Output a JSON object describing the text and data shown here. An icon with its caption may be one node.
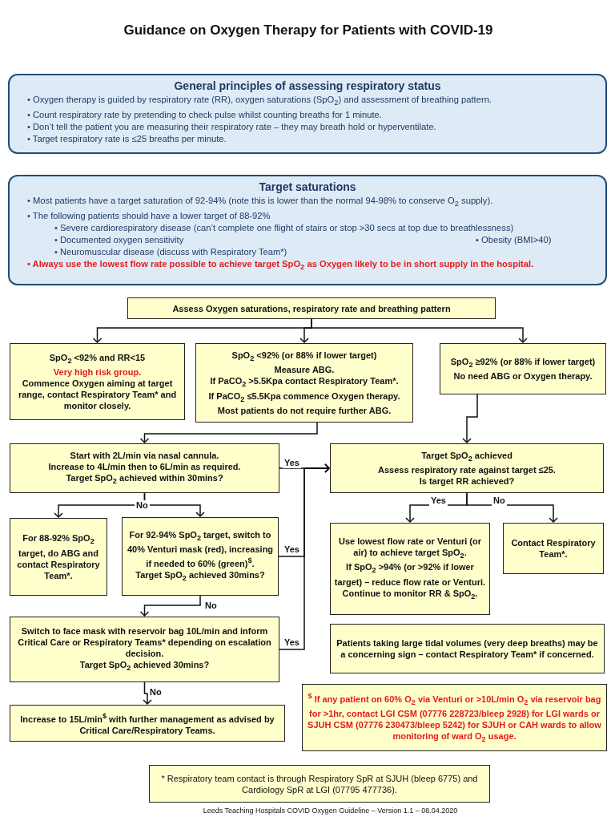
{
  "diagram": {
    "title": "Guidance on Oxygen Therapy for Patients with COVID-19",
    "caption": "Leeds Teaching Hospitals COVID Oxygen Guideline – Version 1.1 – 08.04.2020",
    "nodes": [
      {
        "text": [
          "General principles of assessing respiratory status",
          "• Oxygen therapy is guided by respiratory rate (RR), oxygen saturations (SpO$_{2}$) and assessment of breathing pattern.",
          "• Count respiratory rate by pretending to check pulse whilst counting breaths for 1 minute.",
          "• Don’t tell the patient you are measuring their respiratory rate – they may breath hold or hyperventilate.",
          "• Target respiratory rate is ≤25 breaths per minute."
        ]
      },
      {
        "text": [
          "Target saturations",
          "• Most patients have a target saturation of 92-94% (note this is lower than the normal 94-98% to conserve O$_{2}$ supply).",
          "• The following patients should have a lower target of 88-92%",
          "• Severe cardiorespiratory disease (can’t complete one flight of stairs or stop >30 secs at top due to breathlessness)",
          "• Documented oxygen sensitivity",
          "• Obesity (BMI>40)",
          "• Neuromuscular disease (discuss with Respiratory Team*)",
          "• Always use the lowest flow rate possible to achieve target SpO$_{2}$ as Oxygen likely to be in short supply in the hospital."
        ]
      },
      {
        "text": [
          "Assess Oxygen saturations, respiratory rate and breathing pattern"
        ]
      },
      {
        "text": [
          "SpO$_{2}$ <92% and RR<15",
          "Very high risk group.",
          "Commence Oxygen aiming at target range, contact Respiratory Team* and monitor closely."
        ]
      },
      {
        "text": [
          "SpO$_{2}$ <92% (or 88% if lower target)",
          "Measure ABG.",
          "If PaCO$_{2}$ >5.5Kpa contact Respiratory Team*.",
          "If PaCO$_{2}$ ≤5.5Kpa commence Oxygen therapy.",
          "Most patients do not require further ABG."
        ]
      },
      {
        "text": [
          "SpO$_{2}$ ≥92% (or 88% if lower target)",
          "No need ABG or Oxygen therapy."
        ]
      },
      {
        "text": [
          "Start with 2L/min via nasal cannula.",
          "Increase to 4L/min then to 6L/min as required.",
          "Target SpO$_{2}$ achieved within 30mins?"
        ]
      },
      {
        "text": [
          "Target SpO$_{2}$ achieved",
          "Assess respiratory rate against target ≤25.",
          "Is target RR achieved?"
        ]
      },
      {
        "text": [
          "For 88-92% SpO$_{2}$ target, do ABG and contact Respiratory Team*."
        ]
      },
      {
        "text": [
          "For 92-94% SpO$_{2}$ target, switch to 40% Venturi mask (red), increasing if needed to 60% (green)$^{$}$.",
          "Target SpO$_{2}$ achieved 30mins?"
        ]
      },
      {
        "text": [
          "Use lowest flow rate or Venturi (or air) to achieve target SpO$_{2}$.",
          "If SpO$_{2}$ >94% (or >92% if lower target) – reduce flow rate or Venturi.",
          "Continue to monitor RR & SpO$_{2}$."
        ]
      },
      {
        "text": [
          "Contact Respiratory Team*."
        ]
      },
      {
        "text": [
          "Switch to face mask with reservoir bag 10L/min and inform Critical Care or Respiratory Teams* depending on escalation decision.",
          "Target SpO$_{2}$ achieved 30mins?"
        ]
      },
      {
        "text": [
          "Patients taking large tidal volumes (very deep breaths) may be a concerning sign – contact Respiratory Team* if concerned."
        ]
      },
      {
        "text": [
          "Increase to 15L/min$^{$}$ with further management as advised by Critical Care/Respiratory Teams."
        ]
      },
      {
        "text": [
          "$^{$}$ If any patient on 60% O$_{2}$ via Venturi or >10L/min O$_{2}$ via reservoir bag for >1hr, contact LGI CSM (07776 228723/bleep 2928) for LGI wards or SJUH CSM (07776 230473/bleep 5242) for SJUH or CAH wards to allow monitoring of ward O$_{2}$ usage."
        ]
      },
      {
        "text": [
          "* Respiratory team contact is through Respiratory SpR at SJUH (bleep 6775) and Cardiology SpR at LGI (07795 477736)."
        ]
      }
    ],
    "edges": [
      {
        "from": 2,
        "to": 3,
        "arrow": "to"
      },
      {
        "from": 2,
        "to": 4,
        "arrow": "to"
      },
      {
        "from": 2,
        "to": 5,
        "arrow": "to"
      },
      {
        "from": 4,
        "to": 6,
        "arrow": "to"
      },
      {
        "from": 5,
        "to": 7,
        "arrow": "to"
      },
      {
        "from": 6,
        "to": 7,
        "arrow": "to",
        "label": "Yes"
      },
      {
        "from": 6,
        "to": 8,
        "arrow": "to",
        "label": "No"
      },
      {
        "from": 6,
        "to": 9,
        "arrow": "to"
      },
      {
        "from": 9,
        "to": 7,
        "arrow": "to",
        "label": "Yes"
      },
      {
        "from": 9,
        "to": 12,
        "arrow": "to",
        "label": "No"
      },
      {
        "from": 12,
        "to": 7,
        "arrow": "to",
        "label": "Yes"
      },
      {
        "from": 12,
        "to": 14,
        "arrow": "to",
        "label": "No"
      },
      {
        "from": 7,
        "to": 10,
        "arrow": "to",
        "label": "Yes"
      },
      {
        "from": 7,
        "to": 11,
        "arrow": "to",
        "label": "No"
      }
    ]
  }
}
